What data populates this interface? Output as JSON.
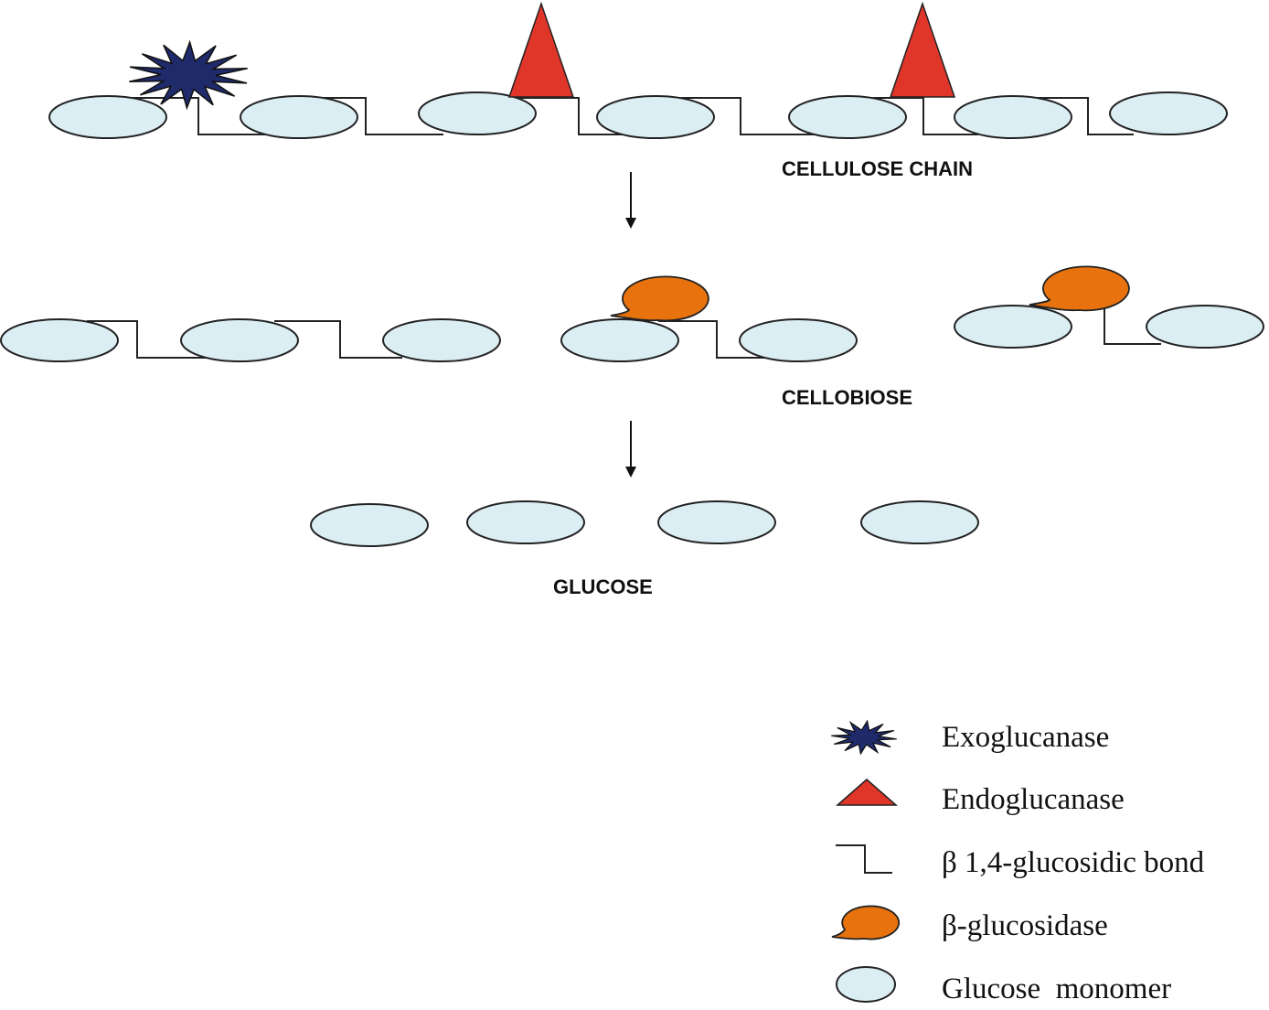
{
  "stages": {
    "cellulose_chain": "CELLULOSE CHAIN",
    "cellobiose": "CELLOBIOSE",
    "glucose": "GLUCOSE"
  },
  "legend": {
    "exoglucanase": "Exoglucanase",
    "endoglucanase": "Endoglucanase",
    "bond": "β 1,4-glucosidic bond",
    "beta_glucosidase": "β-glucosidase",
    "glucose_monomer": "Glucose  monomer"
  },
  "colors": {
    "glucose_fill": "#dbeef4",
    "exoglucanase": "#1f2a6b",
    "endoglucanase": "#e0362a",
    "beta_glucosidase": "#e8720e"
  }
}
